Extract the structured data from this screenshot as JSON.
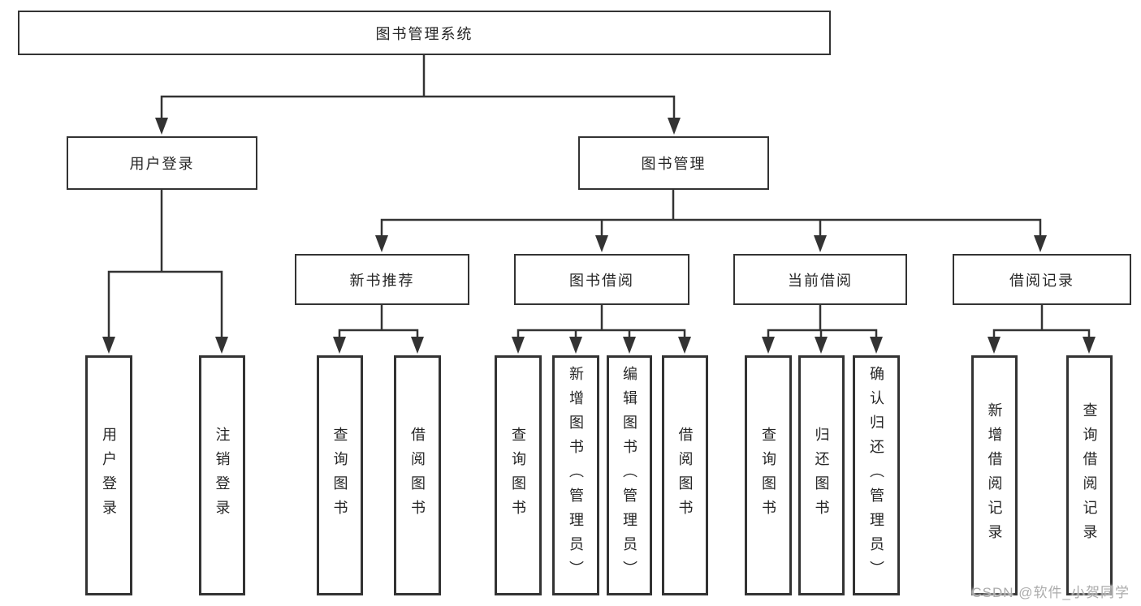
{
  "diagram": {
    "type": "hierarchy-tree",
    "nodes": {
      "root": {
        "label": "图书管理系统"
      },
      "level2": [
        {
          "label": "用户登录",
          "parent": "图书管理系统"
        },
        {
          "label": "图书管理",
          "parent": "图书管理系统"
        }
      ],
      "level3": [
        {
          "label": "新书推荐",
          "parent": "图书管理"
        },
        {
          "label": "图书借阅",
          "parent": "图书管理"
        },
        {
          "label": "当前借阅",
          "parent": "图书管理"
        },
        {
          "label": "借阅记录",
          "parent": "图书管理"
        }
      ],
      "level4": [
        {
          "label": "用户登录",
          "parent": "用户登录"
        },
        {
          "label": "注销登录",
          "parent": "用户登录"
        },
        {
          "label": "查询图书",
          "parent": "新书推荐"
        },
        {
          "label": "借阅图书",
          "parent": "新书推荐"
        },
        {
          "label": "查询图书",
          "parent": "图书借阅"
        },
        {
          "label": "新增图书（管理员）",
          "parent": "图书借阅"
        },
        {
          "label": "编辑图书（管理员）",
          "parent": "图书借阅"
        },
        {
          "label": "借阅图书",
          "parent": "图书借阅"
        },
        {
          "label": "查询图书",
          "parent": "当前借阅"
        },
        {
          "label": "归还图书",
          "parent": "当前借阅"
        },
        {
          "label": "确认归还（管理员）",
          "parent": "当前借阅"
        },
        {
          "label": "新增借阅记录",
          "parent": "借阅记录"
        },
        {
          "label": "查询借阅记录",
          "parent": "借阅记录"
        }
      ]
    },
    "colors": {
      "line": "#333333",
      "box_border": "#333333",
      "box_fill": "#ffffff",
      "text": "#262626",
      "background": "#ffffff",
      "watermark": "#ababab"
    }
  },
  "watermark": {
    "text": "CSDN @软件_小贺同学"
  }
}
